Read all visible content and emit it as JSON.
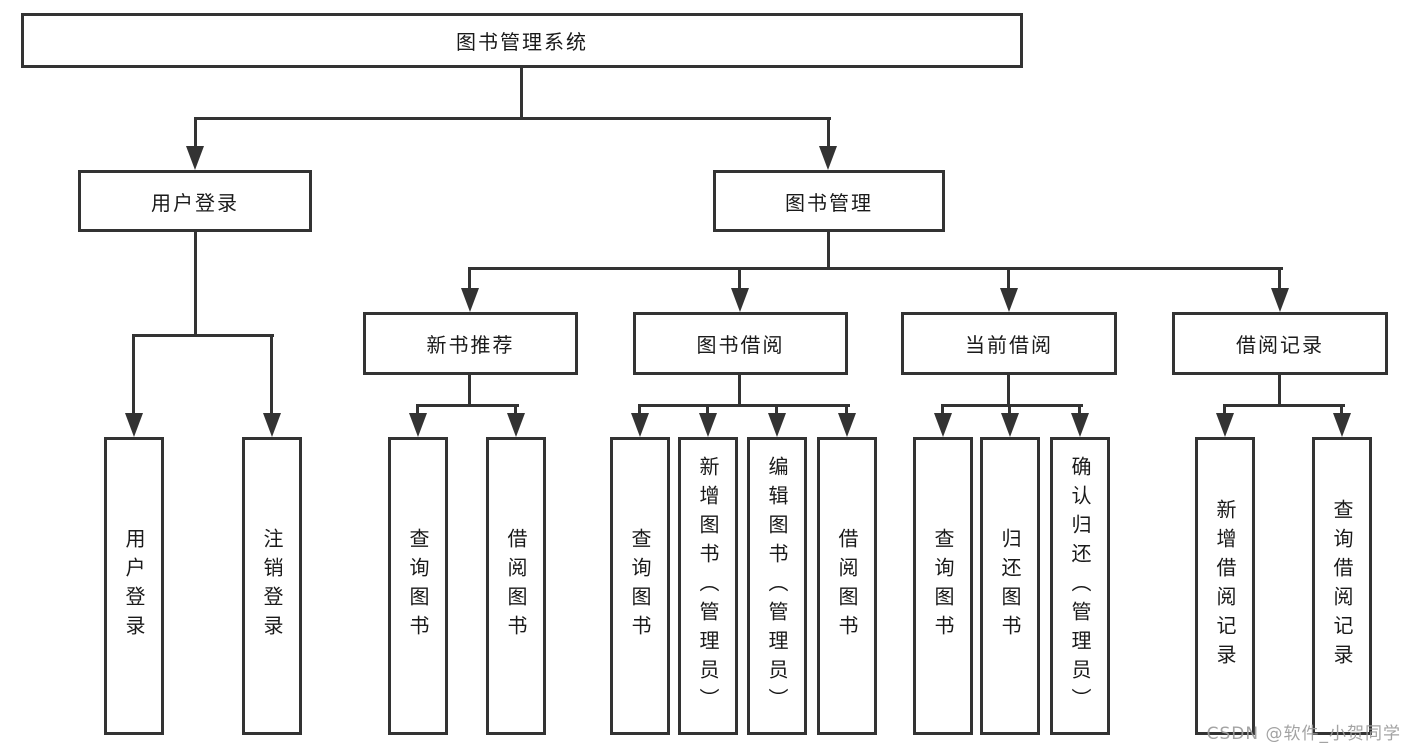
{
  "tree": {
    "root": {
      "label": "图书管理系统"
    },
    "branches": [
      {
        "label": "用户登录",
        "children": [
          {
            "label": "用户登录"
          },
          {
            "label": "注销登录"
          }
        ]
      },
      {
        "label": "图书管理",
        "children": [
          {
            "label": "新书推荐",
            "children": [
              {
                "label": "查询图书"
              },
              {
                "label": "借阅图书"
              }
            ]
          },
          {
            "label": "图书借阅",
            "children": [
              {
                "label": "查询图书"
              },
              {
                "label": "新增图书（管理员）"
              },
              {
                "label": "编辑图书（管理员）"
              },
              {
                "label": "借阅图书"
              }
            ]
          },
          {
            "label": "当前借阅",
            "children": [
              {
                "label": "查询图书"
              },
              {
                "label": "归还图书"
              },
              {
                "label": "确认归还（管理员）"
              }
            ]
          },
          {
            "label": "借阅记录",
            "children": [
              {
                "label": "新增借阅记录"
              },
              {
                "label": "查询借阅记录"
              }
            ]
          }
        ]
      }
    ]
  },
  "watermark": {
    "label": "CSDN @软件_小贺同学",
    "color": "#9c9c9c"
  },
  "colors": {
    "line": "#333333",
    "text": "#1a1a1a",
    "box_background": "#ffffff",
    "page_background": "#ffffff"
  }
}
